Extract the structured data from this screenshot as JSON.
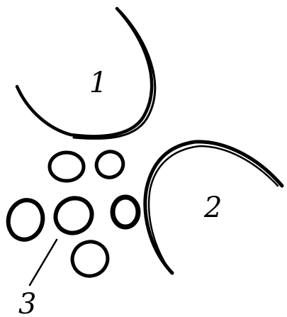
{
  "figure": {
    "labels": {
      "one": "1",
      "two": "2",
      "three": "3"
    },
    "colors": {
      "ink": "#000000",
      "background": "#ffffff"
    }
  }
}
